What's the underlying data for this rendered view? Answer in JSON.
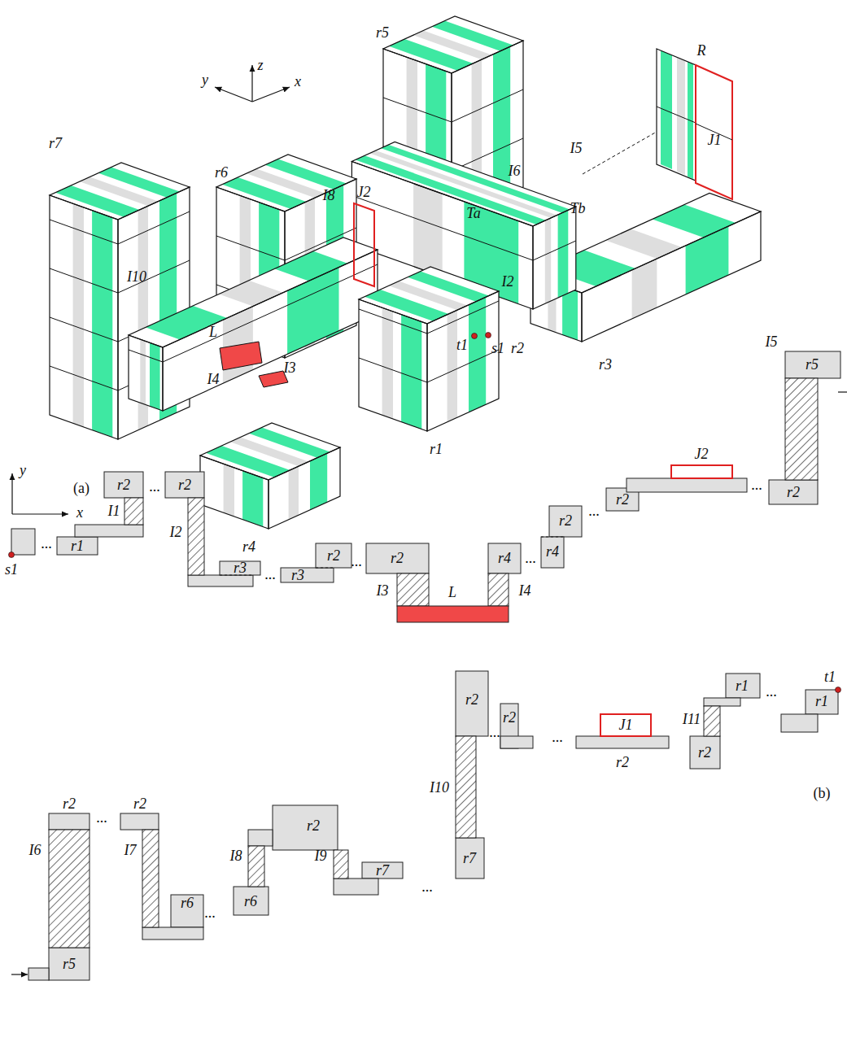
{
  "diagram": {
    "labels": [
      "z",
      "y",
      "x",
      "r5",
      "R",
      "J1",
      "r6",
      "r7",
      "I6",
      "I5",
      "I8",
      "J2",
      "Ta",
      "Tb",
      "I2",
      "I10",
      "t1",
      "s1",
      "r2",
      "r3",
      "L",
      "I4",
      "I3",
      "r1",
      "(a)",
      "r4",
      "y",
      "x",
      "s1",
      "...",
      "r1",
      "I1",
      "r2",
      "...",
      "r2",
      "I2",
      "r3",
      "...",
      "r2",
      "r3",
      "...",
      "r2",
      "I3",
      "L",
      "I4",
      "r4",
      "...",
      "r2",
      "r4",
      "...",
      "r2",
      "J2",
      "...",
      "r2",
      "I5",
      "r5",
      "t1",
      "I11",
      "r1",
      "...",
      "r1",
      "J1",
      "r2",
      "r2",
      "...",
      "r2",
      "...",
      "r2",
      "I10",
      "r7",
      "(b)",
      "...",
      "r7",
      "I9",
      "r2",
      "I8",
      "r6",
      "...",
      "r6",
      "I7",
      "r2",
      "...",
      "r2",
      "I6",
      "r5"
    ]
  }
}
